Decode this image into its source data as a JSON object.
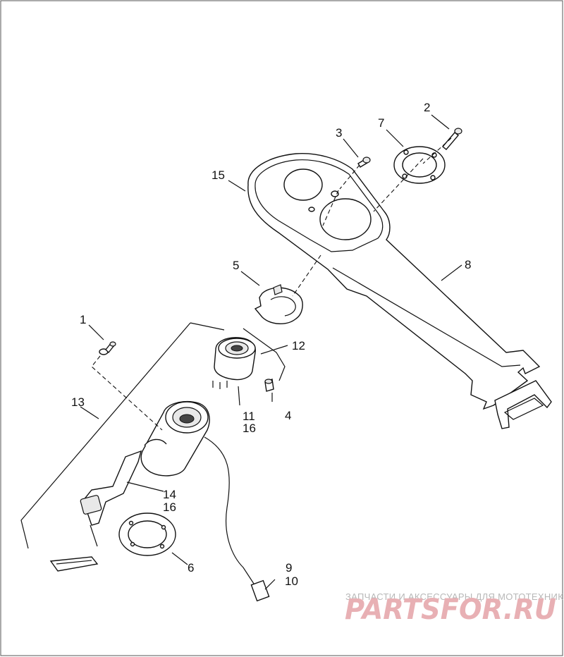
{
  "diagram": {
    "callouts": [
      {
        "id": "1",
        "text": "1"
      },
      {
        "id": "2",
        "text": "2"
      },
      {
        "id": "3",
        "text": "3"
      },
      {
        "id": "4",
        "text": "4"
      },
      {
        "id": "5",
        "text": "5"
      },
      {
        "id": "6",
        "text": "6"
      },
      {
        "id": "7",
        "text": "7"
      },
      {
        "id": "8",
        "text": "8"
      },
      {
        "id": "9",
        "text": "9"
      },
      {
        "id": "10",
        "text": "10"
      },
      {
        "id": "11",
        "text": "11"
      },
      {
        "id": "12",
        "text": "12"
      },
      {
        "id": "13",
        "text": "13"
      },
      {
        "id": "14",
        "text": "14"
      },
      {
        "id": "15",
        "text": "15"
      },
      {
        "id": "16a",
        "text": "16"
      },
      {
        "id": "16b",
        "text": "16"
      }
    ]
  },
  "watermark": {
    "tagline": "ЗАПЧАСТИ И АКСЕССУАРЫ ДЛЯ МОТОТЕХНИКИ",
    "brand": "PARTSFOR.RU",
    "color": "#e8b0b4"
  },
  "colors": {
    "ink": "#111111",
    "background": "#ffffff"
  }
}
